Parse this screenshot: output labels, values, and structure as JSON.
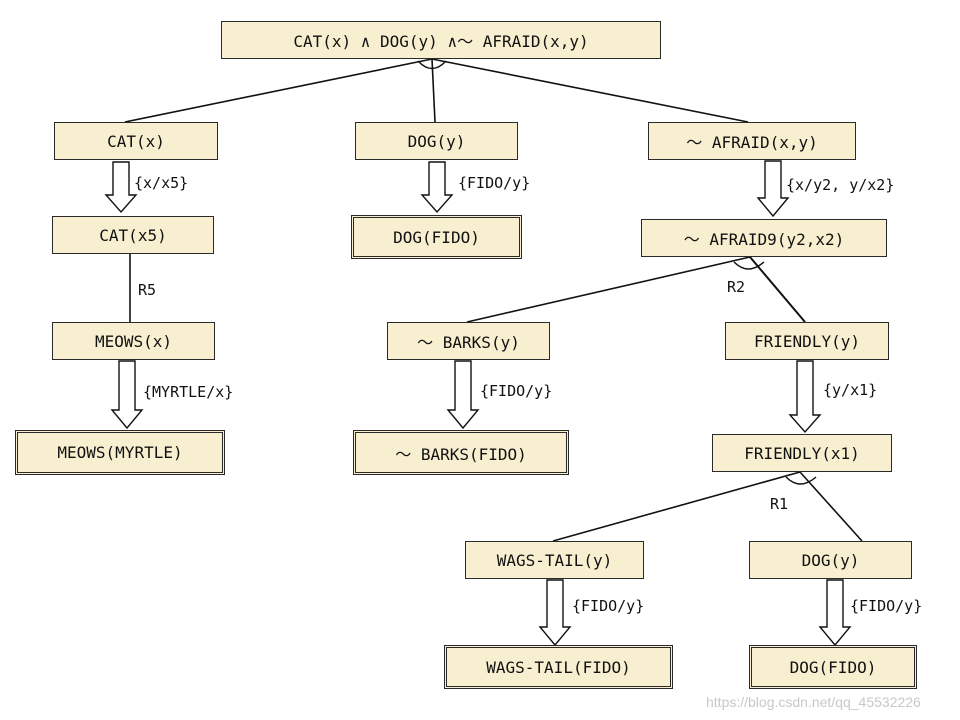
{
  "nodes": {
    "root": "CAT(x) ∧ DOG(y) ∧～ AFRAID(x,y)",
    "cat_x": "CAT(x)",
    "dog_y": "DOG(y)",
    "not_afraid_xy": "～ AFRAID(x,y)",
    "cat_x5": "CAT(x5)",
    "dog_fido": "DOG(FIDO)",
    "not_afraid9": "～ AFRAID9(y2,x2)",
    "meows_x": "MEOWS(x)",
    "not_barks_y": "～ BARKS(y)",
    "friendly_y": "FRIENDLY(y)",
    "meows_myrtle": "MEOWS(MYRTLE)",
    "not_barks_fido": "～ BARKS(FIDO)",
    "friendly_x1": "FRIENDLY(x1)",
    "wags_tail_y": "WAGS-TAIL(y)",
    "dog_y2": "DOG(y)",
    "wags_tail_fido": "WAGS-TAIL(FIDO)",
    "dog_fido2": "DOG(FIDO)"
  },
  "substitutions": {
    "cat": "{x/x5}",
    "dog": "{FIDO/y}",
    "afraid": "{x/y2, y/x2}",
    "meows": "{MYRTLE/x}",
    "barks": "{FIDO/y}",
    "friendly": "{y/x1}",
    "wags_tail": "{FIDO/y}",
    "dog2": "{FIDO/y}"
  },
  "rules": {
    "r5": "R5",
    "r2": "R2",
    "r1": "R1"
  },
  "watermark": "https://blog.csdn.net/qq_45532226",
  "colors": {
    "node_fill": "#f8efd0",
    "border": "#2a2a2a"
  }
}
